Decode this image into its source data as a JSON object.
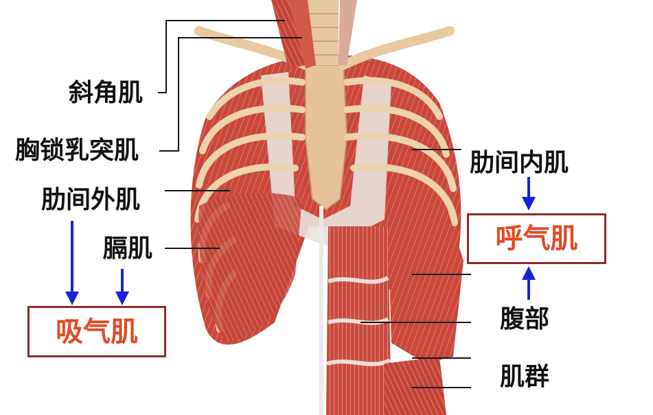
{
  "labels": {
    "scalene": "斜角肌",
    "sternocleidomastoid": "胸锁乳突肌",
    "external_intercostal": "肋间外肌",
    "diaphragm": "膈肌",
    "internal_intercostal": "肋间内肌",
    "abdominal": "腹部",
    "muscle_group": "肌群"
  },
  "boxes": {
    "inspiratory": "吸气肌",
    "expiratory": "呼气肌"
  },
  "colors": {
    "muscle": "#c8463a",
    "bone": "#e8c9a0",
    "arrow": "#1a22d6",
    "box_border": "#8b2a2a",
    "box_text": "#e24a24"
  }
}
